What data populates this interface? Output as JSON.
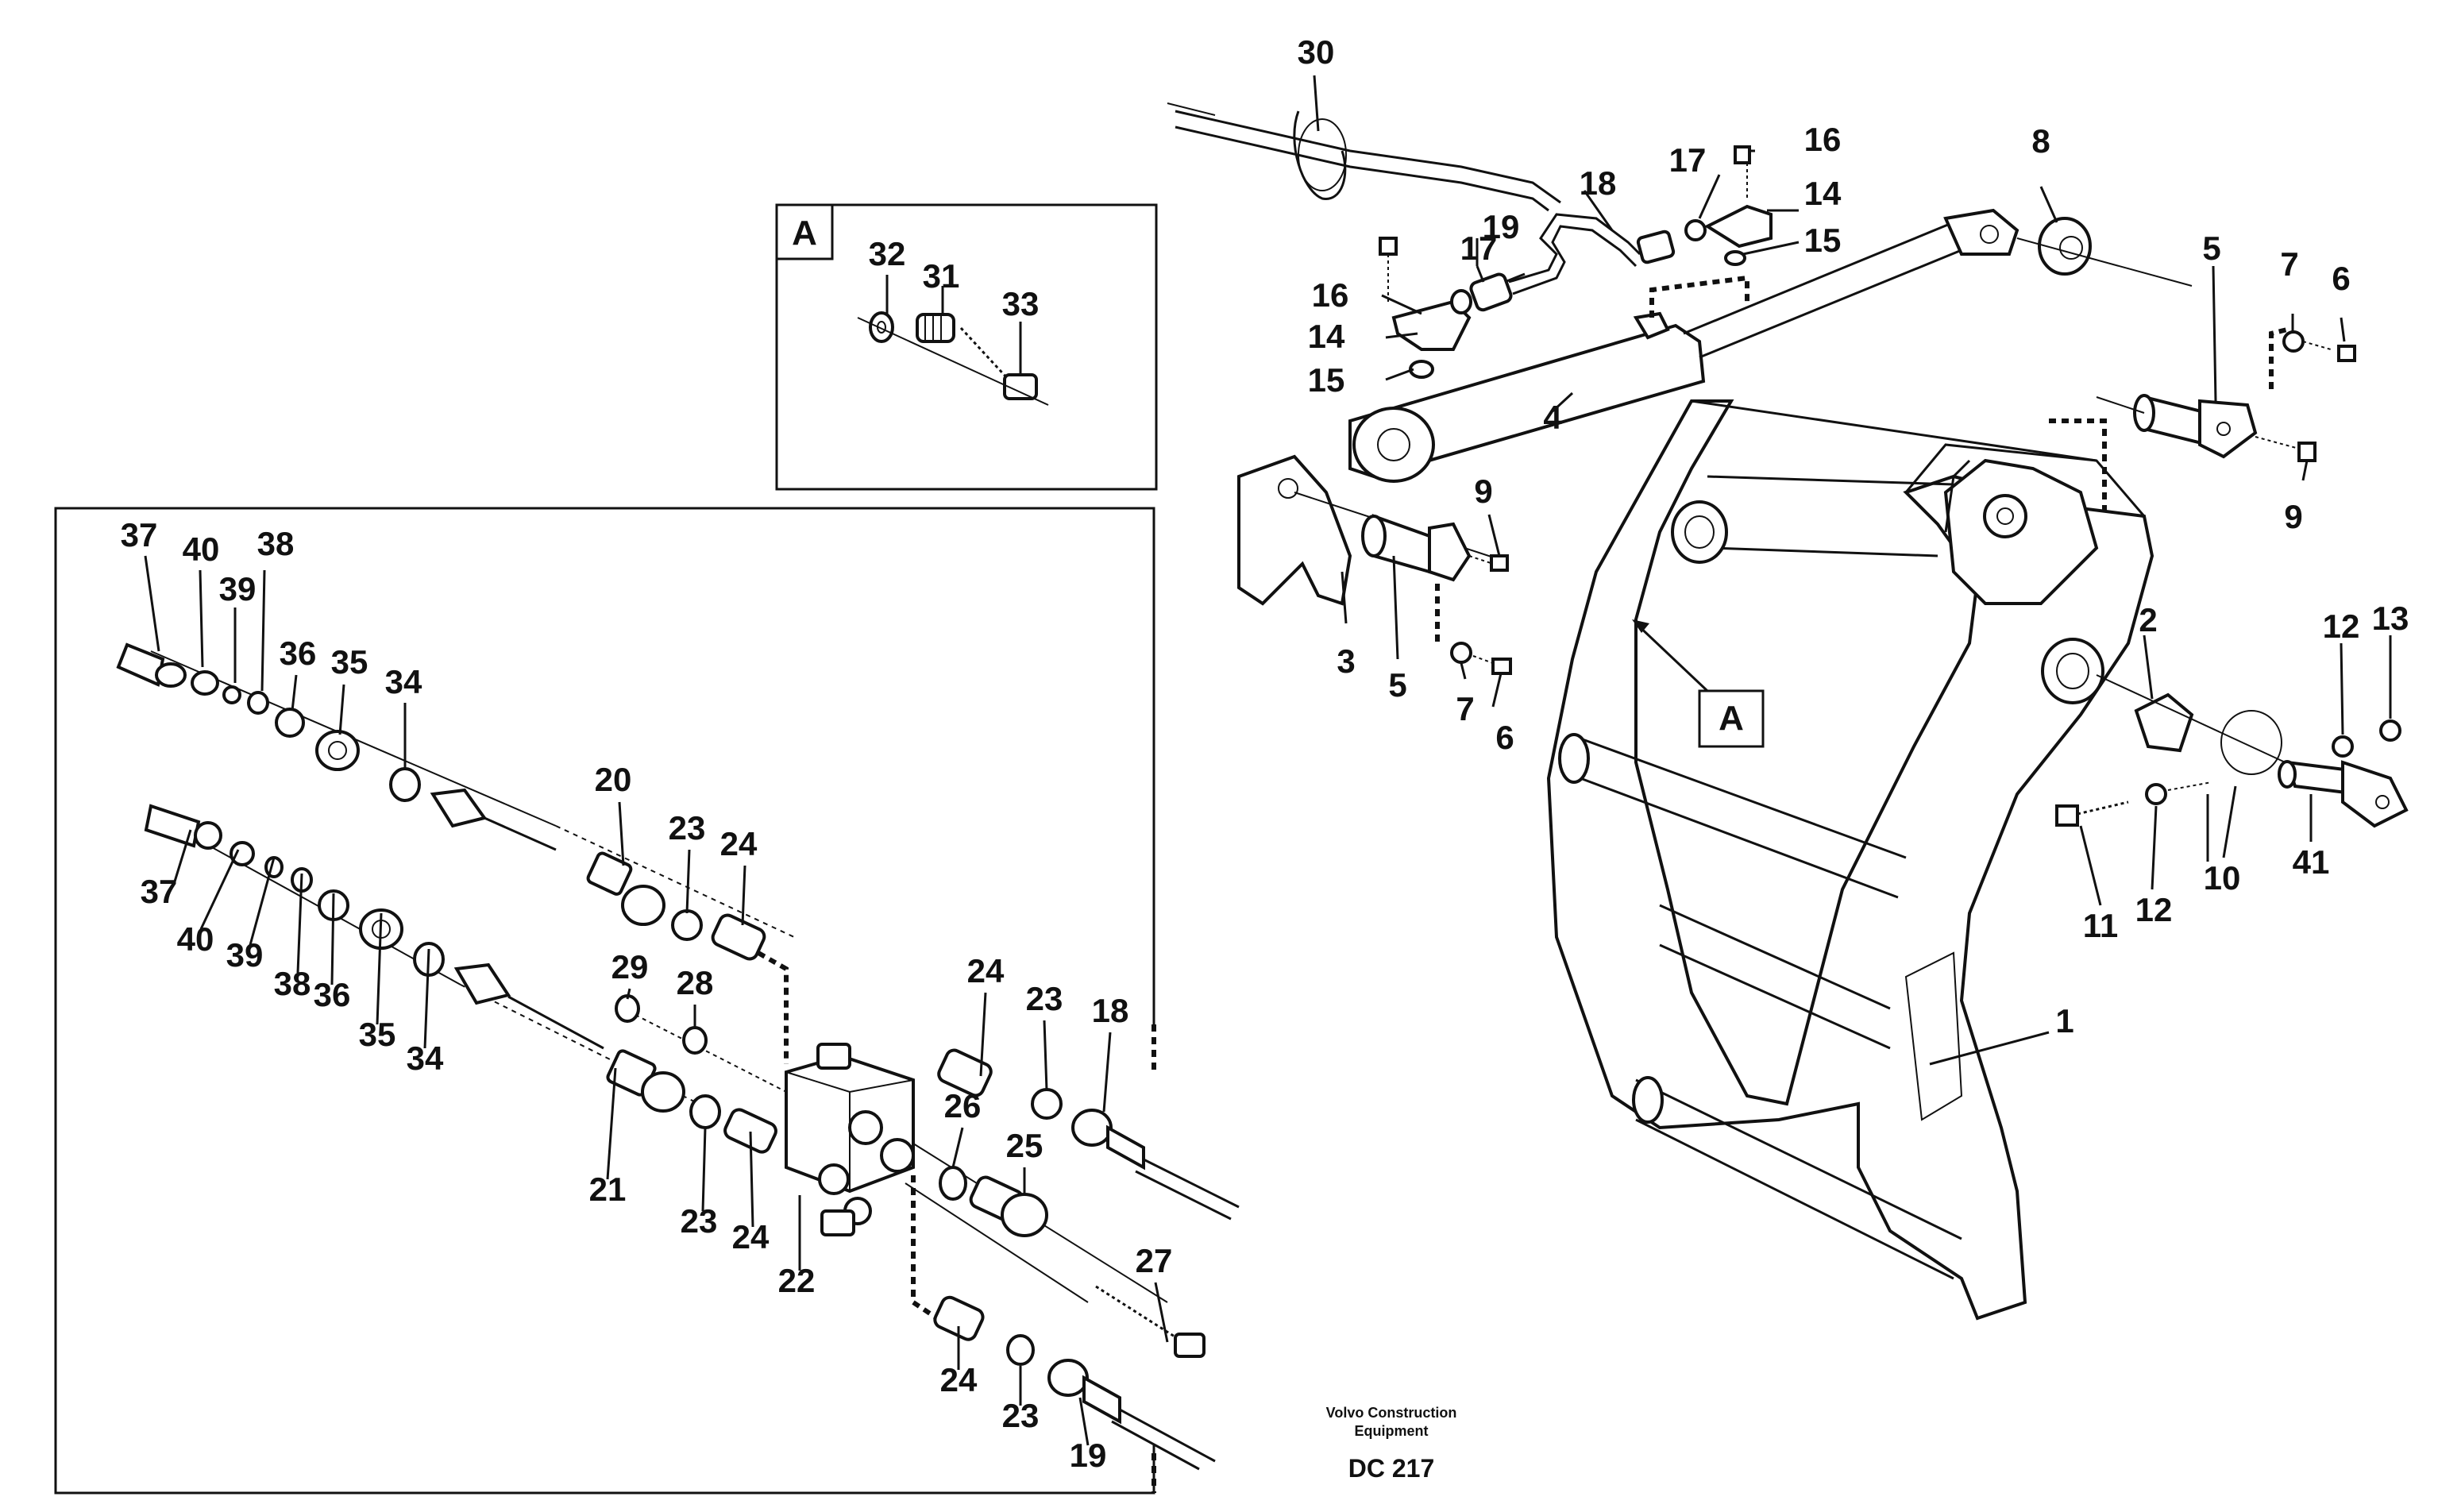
{
  "diagram": {
    "callout_box_letter": "A",
    "main_panel_callout": "A",
    "footer": {
      "brand_line1": "Volvo Construction",
      "brand_line2": "Equipment",
      "code": "DC 217"
    },
    "labels": {
      "n1": "1",
      "n2": "2",
      "n3": "3",
      "n4": "4",
      "n5a": "5",
      "n5b": "5",
      "n6a": "6",
      "n6b": "6",
      "n7a": "7",
      "n7b": "7",
      "n8": "8",
      "n9a": "9",
      "n9b": "9",
      "n10": "10",
      "n11": "11",
      "n12a": "12",
      "n12b": "12",
      "n13": "13",
      "n14a": "14",
      "n14b": "14",
      "n15a": "15",
      "n15b": "15",
      "n16a": "16",
      "n16b": "16",
      "n17a": "17",
      "n17b": "17",
      "n18a": "18",
      "n18b": "18",
      "n19a": "19",
      "n19b": "19",
      "n20": "20",
      "n21": "21",
      "n22": "22",
      "n23a": "23",
      "n23b": "23",
      "n23c": "23",
      "n23d": "23",
      "n24a": "24",
      "n24b": "24",
      "n24c": "24",
      "n24d": "24",
      "n25": "25",
      "n26": "26",
      "n27": "27",
      "n28": "28",
      "n29": "29",
      "n30": "30",
      "n31": "31",
      "n32": "32",
      "n33": "33",
      "n34a": "34",
      "n34b": "34",
      "n35a": "35",
      "n35b": "35",
      "n36a": "36",
      "n36b": "36",
      "n37a": "37",
      "n37b": "37",
      "n38a": "38",
      "n38b": "38",
      "n39a": "39",
      "n39b": "39",
      "n40a": "40",
      "n40b": "40",
      "n41": "41"
    }
  }
}
